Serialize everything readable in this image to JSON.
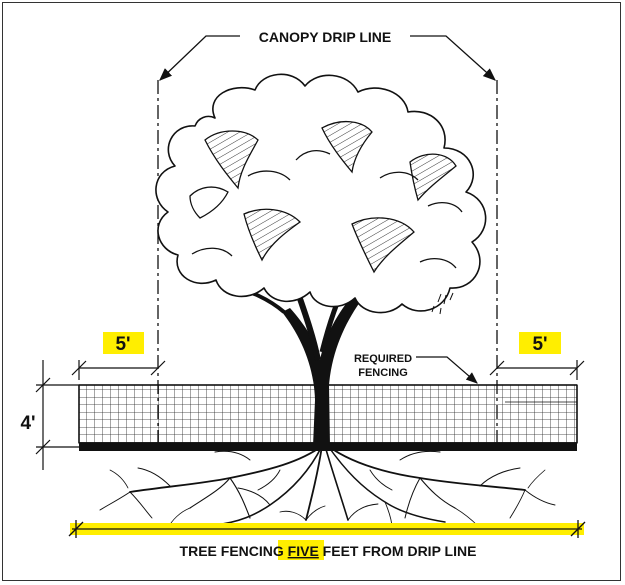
{
  "diagram": {
    "canopy_label": "CANOPY DRIP LINE",
    "fence_label_line1": "REQUIRED",
    "fence_label_line2": "FENCING",
    "height_dim": "4'",
    "offset_left": "5'",
    "offset_right": "5'",
    "caption_prefix": "TREE FENCING ",
    "caption_emphasis": "FIVE",
    "caption_suffix": " FEET FROM DRIP LINE"
  },
  "colors": {
    "highlight": "#ffee00",
    "ink": "#111111",
    "border": "#333333"
  }
}
